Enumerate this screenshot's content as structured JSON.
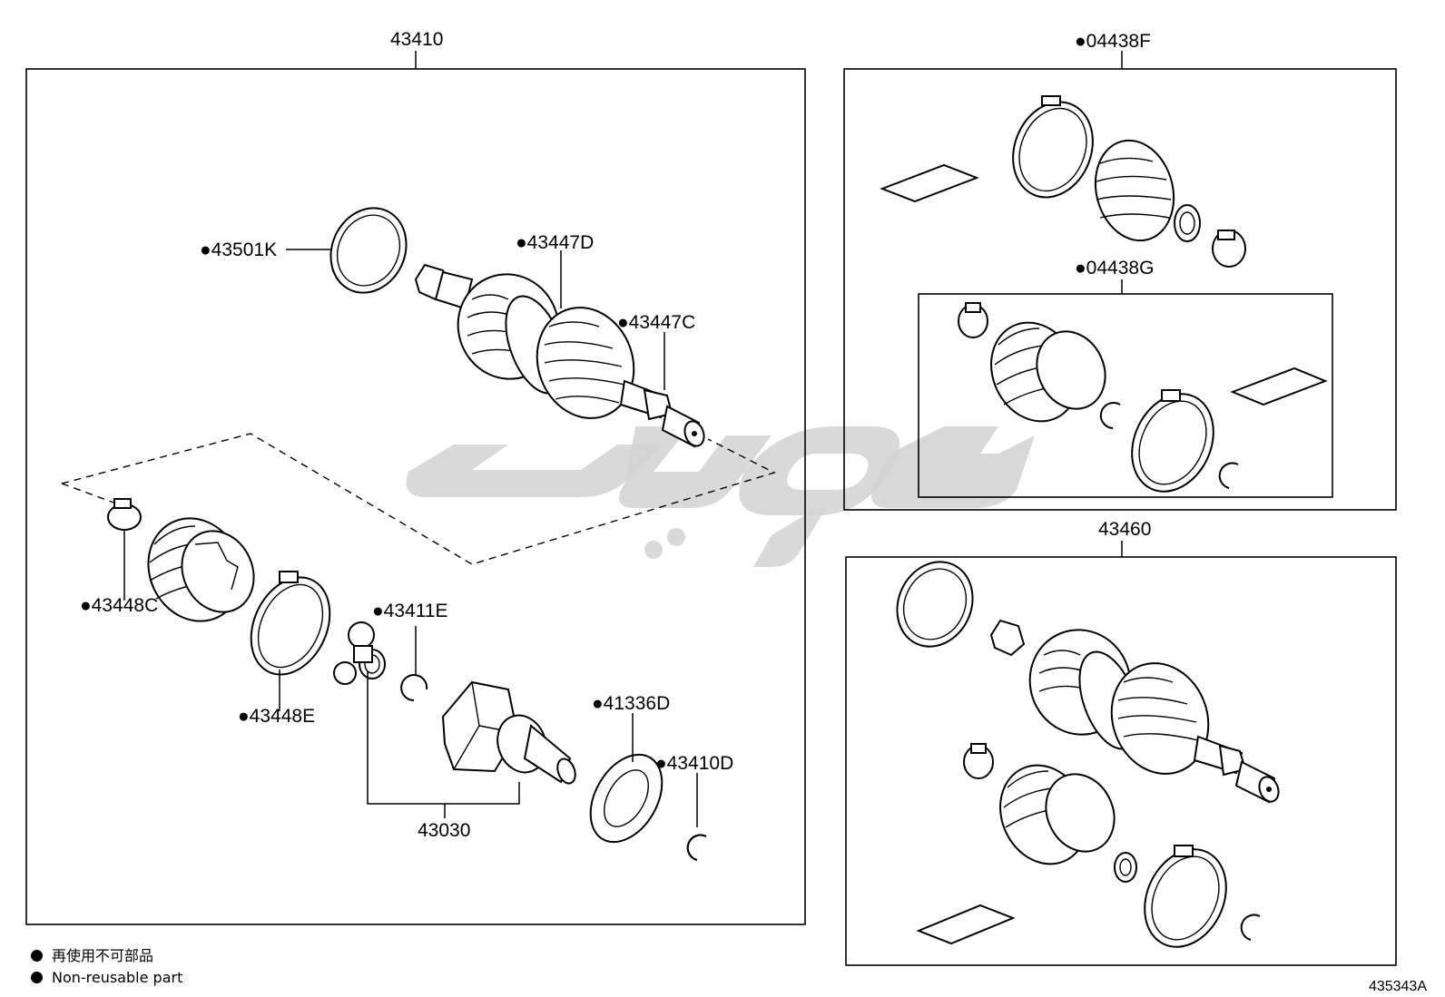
{
  "groups": {
    "main_assembly": "43410",
    "boot_kit_outer": "●04438F",
    "boot_kit_inner": "●04438G",
    "lh_assembly": "43460"
  },
  "parts": {
    "p43501K": "●43501K",
    "p43447D": "●43447D",
    "p43447C": "●43447C",
    "p43448C": "●43448C",
    "p43448E": "●43448E",
    "p43411E": "●43411E",
    "p41336D": "●41336D",
    "p43410D": "●43410D",
    "p43030": "43030"
  },
  "legend": {
    "line1": "再使用不可部品",
    "line2": "Non-reusable part"
  },
  "reference_number": "435343A",
  "watermark": "یدکی"
}
